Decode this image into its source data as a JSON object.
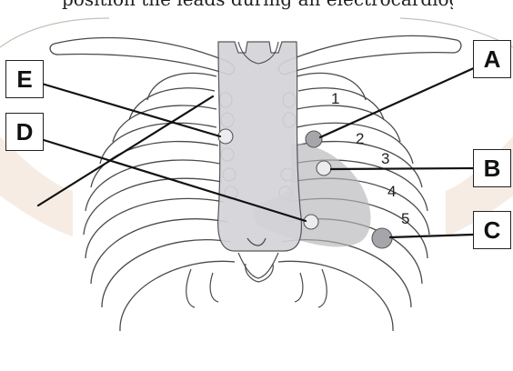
{
  "caption": "position the leads during an electrocardiogram?",
  "labels": {
    "A": "A",
    "B": "B",
    "C": "C",
    "D": "D",
    "E": "E"
  },
  "rib_numbers": {
    "n1": "1",
    "n2": "2",
    "n3": "3",
    "n4": "4",
    "n5": "5"
  },
  "colors": {
    "bone_outline": "#4a4a4a",
    "sternum_fill": "#d4d4d8",
    "heart_shadow": "#b5b5b8",
    "electrode_fill": "#a6a6aa",
    "skin_tint": "#f6ece4",
    "leader_line": "#111111"
  }
}
